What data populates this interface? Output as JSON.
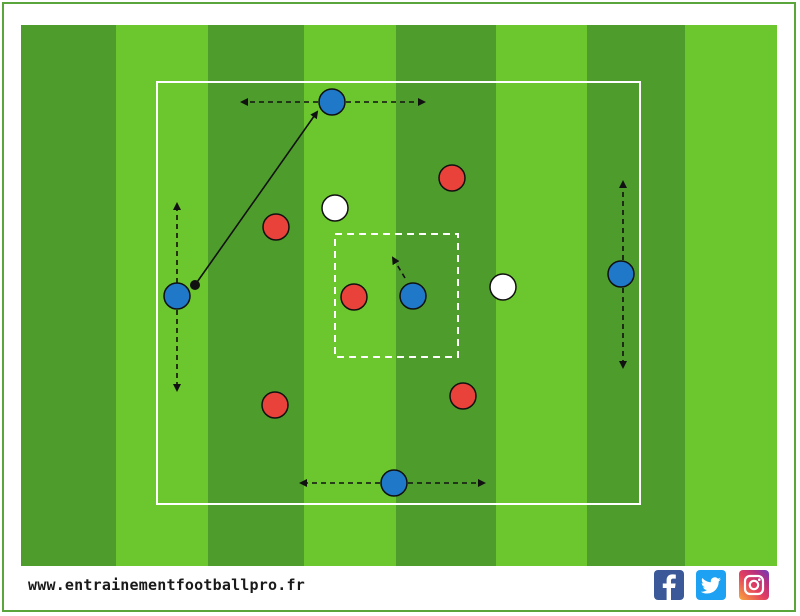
{
  "site_url": "www.entrainementfootballpro.fr",
  "colors": {
    "grass_dark": "#4e9c2c",
    "grass_light": "#6cc62e",
    "team_blue": "#1f78c8",
    "team_red": "#e8423a",
    "neutral_white": "#ffffff",
    "lines": "#ffffff",
    "arrows": "#111111"
  },
  "players": {
    "blue": 5,
    "red": 5,
    "white": 2
  },
  "social_icons": [
    "facebook-icon",
    "twitter-icon",
    "instagram-icon"
  ]
}
